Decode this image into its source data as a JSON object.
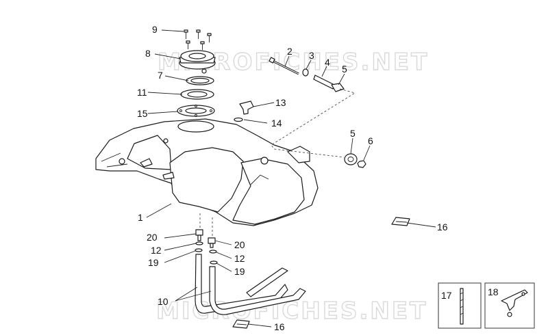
{
  "watermark": "MICROFICHES.NET",
  "callouts": {
    "c1": "1",
    "c2": "2",
    "c3": "3",
    "c4": "4",
    "c5a": "5",
    "c5b": "5",
    "c6": "6",
    "c7": "7",
    "c8": "8",
    "c9": "9",
    "c10": "10",
    "c11": "11",
    "c12a": "12",
    "c12b": "12",
    "c13": "13",
    "c14": "14",
    "c15": "15",
    "c16a": "16",
    "c16b": "16",
    "c17": "17",
    "c18": "18",
    "c19a": "19",
    "c19b": "19",
    "c20a": "20",
    "c20b": "20"
  }
}
